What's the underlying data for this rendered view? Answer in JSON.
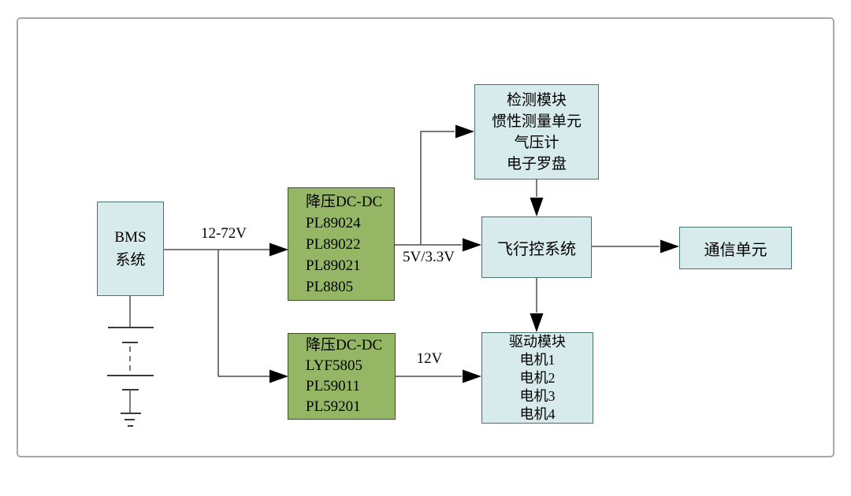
{
  "diagram": {
    "nodes": {
      "bms": {
        "lines": [
          "BMS",
          "系统"
        ]
      },
      "buck_dcdc_top": {
        "lines": [
          "降压DC-DC",
          "PL89024",
          "PL89022",
          "PL89021",
          "PL8805"
        ]
      },
      "detection_module": {
        "lines": [
          "检测模块",
          "惯性测量单元",
          "气压计",
          "电子罗盘"
        ]
      },
      "flight_control": {
        "lines": [
          "飞行控系统"
        ]
      },
      "comm_unit": {
        "lines": [
          "通信单元"
        ]
      },
      "buck_dcdc_bottom": {
        "lines": [
          "降压DC-DC",
          "LYF5805",
          "PL59011",
          "PL59201"
        ]
      },
      "drive_module": {
        "lines": [
          "驱动模块",
          "电机1",
          "电机2",
          "电机3",
          "电机4"
        ]
      }
    },
    "edge_labels": {
      "battery_voltage": "12-72V",
      "logic_voltage": "5V/3.3V",
      "motor_voltage": "12V"
    },
    "colors": {
      "node_blue_fill": "#d7eaec",
      "node_blue_border": "#48756a",
      "node_green_fill": "#95b765",
      "node_green_border": "#3f4a3a",
      "connector": "#4f4f4f",
      "arrow": "#000000",
      "frame_border": "#aaa6a6",
      "background": "#ffffff"
    }
  }
}
